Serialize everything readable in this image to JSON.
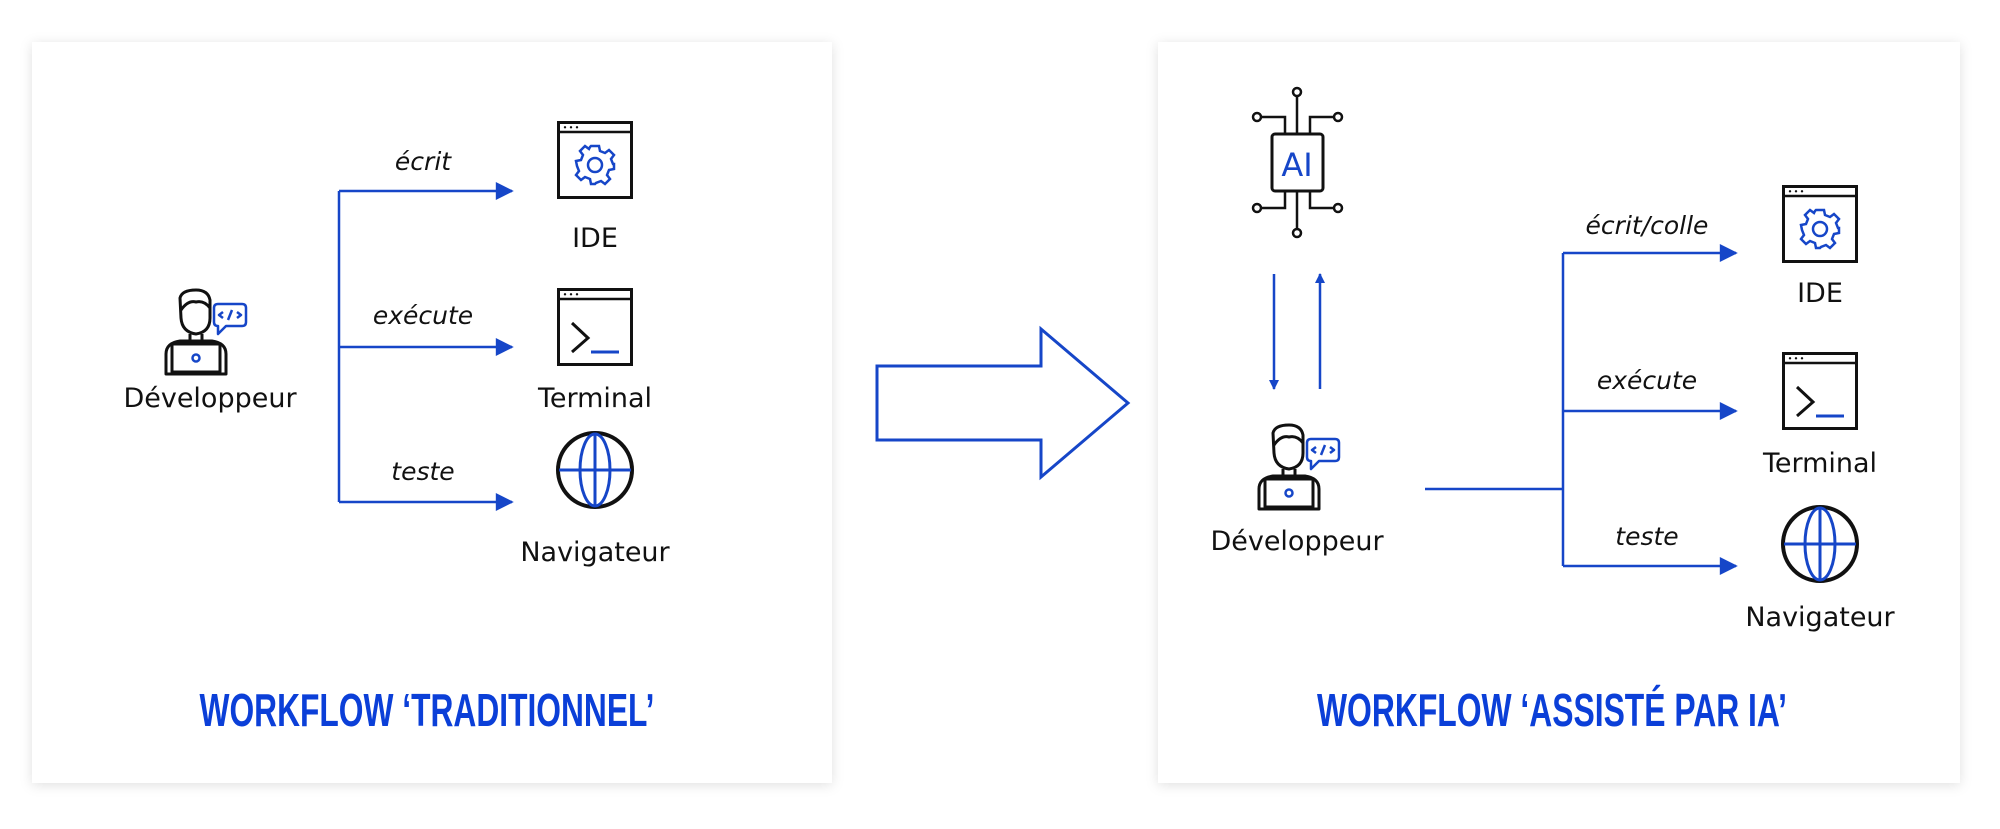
{
  "colors": {
    "accent": "#1646c8",
    "title": "#0b3fd8",
    "ink": "#111111"
  },
  "left_panel": {
    "title": "WORKFLOW ‘TRADITIONNEL’",
    "actor": {
      "label": "Développeur",
      "icon": "developer-icon"
    },
    "flows": [
      {
        "verb": "écrit",
        "target": "IDE",
        "icon": "ide-gear-icon"
      },
      {
        "verb": "exécute",
        "target": "Terminal",
        "icon": "terminal-icon"
      },
      {
        "verb": "teste",
        "target": "Navigateur",
        "icon": "globe-icon"
      }
    ]
  },
  "transition": {
    "icon": "big-right-arrow-icon"
  },
  "right_panel": {
    "title": "WORKFLOW ‘ASSISTÉ PAR IA’",
    "ai": {
      "label": "AI",
      "icon": "ai-chip-icon"
    },
    "actor": {
      "label": "Développeur",
      "icon": "developer-icon"
    },
    "flows": [
      {
        "verb": "écrit/colle",
        "target": "IDE",
        "icon": "ide-gear-icon"
      },
      {
        "verb": "exécute",
        "target": "Terminal",
        "icon": "terminal-icon"
      },
      {
        "verb": "teste",
        "target": "Navigateur",
        "icon": "globe-icon"
      }
    ]
  }
}
